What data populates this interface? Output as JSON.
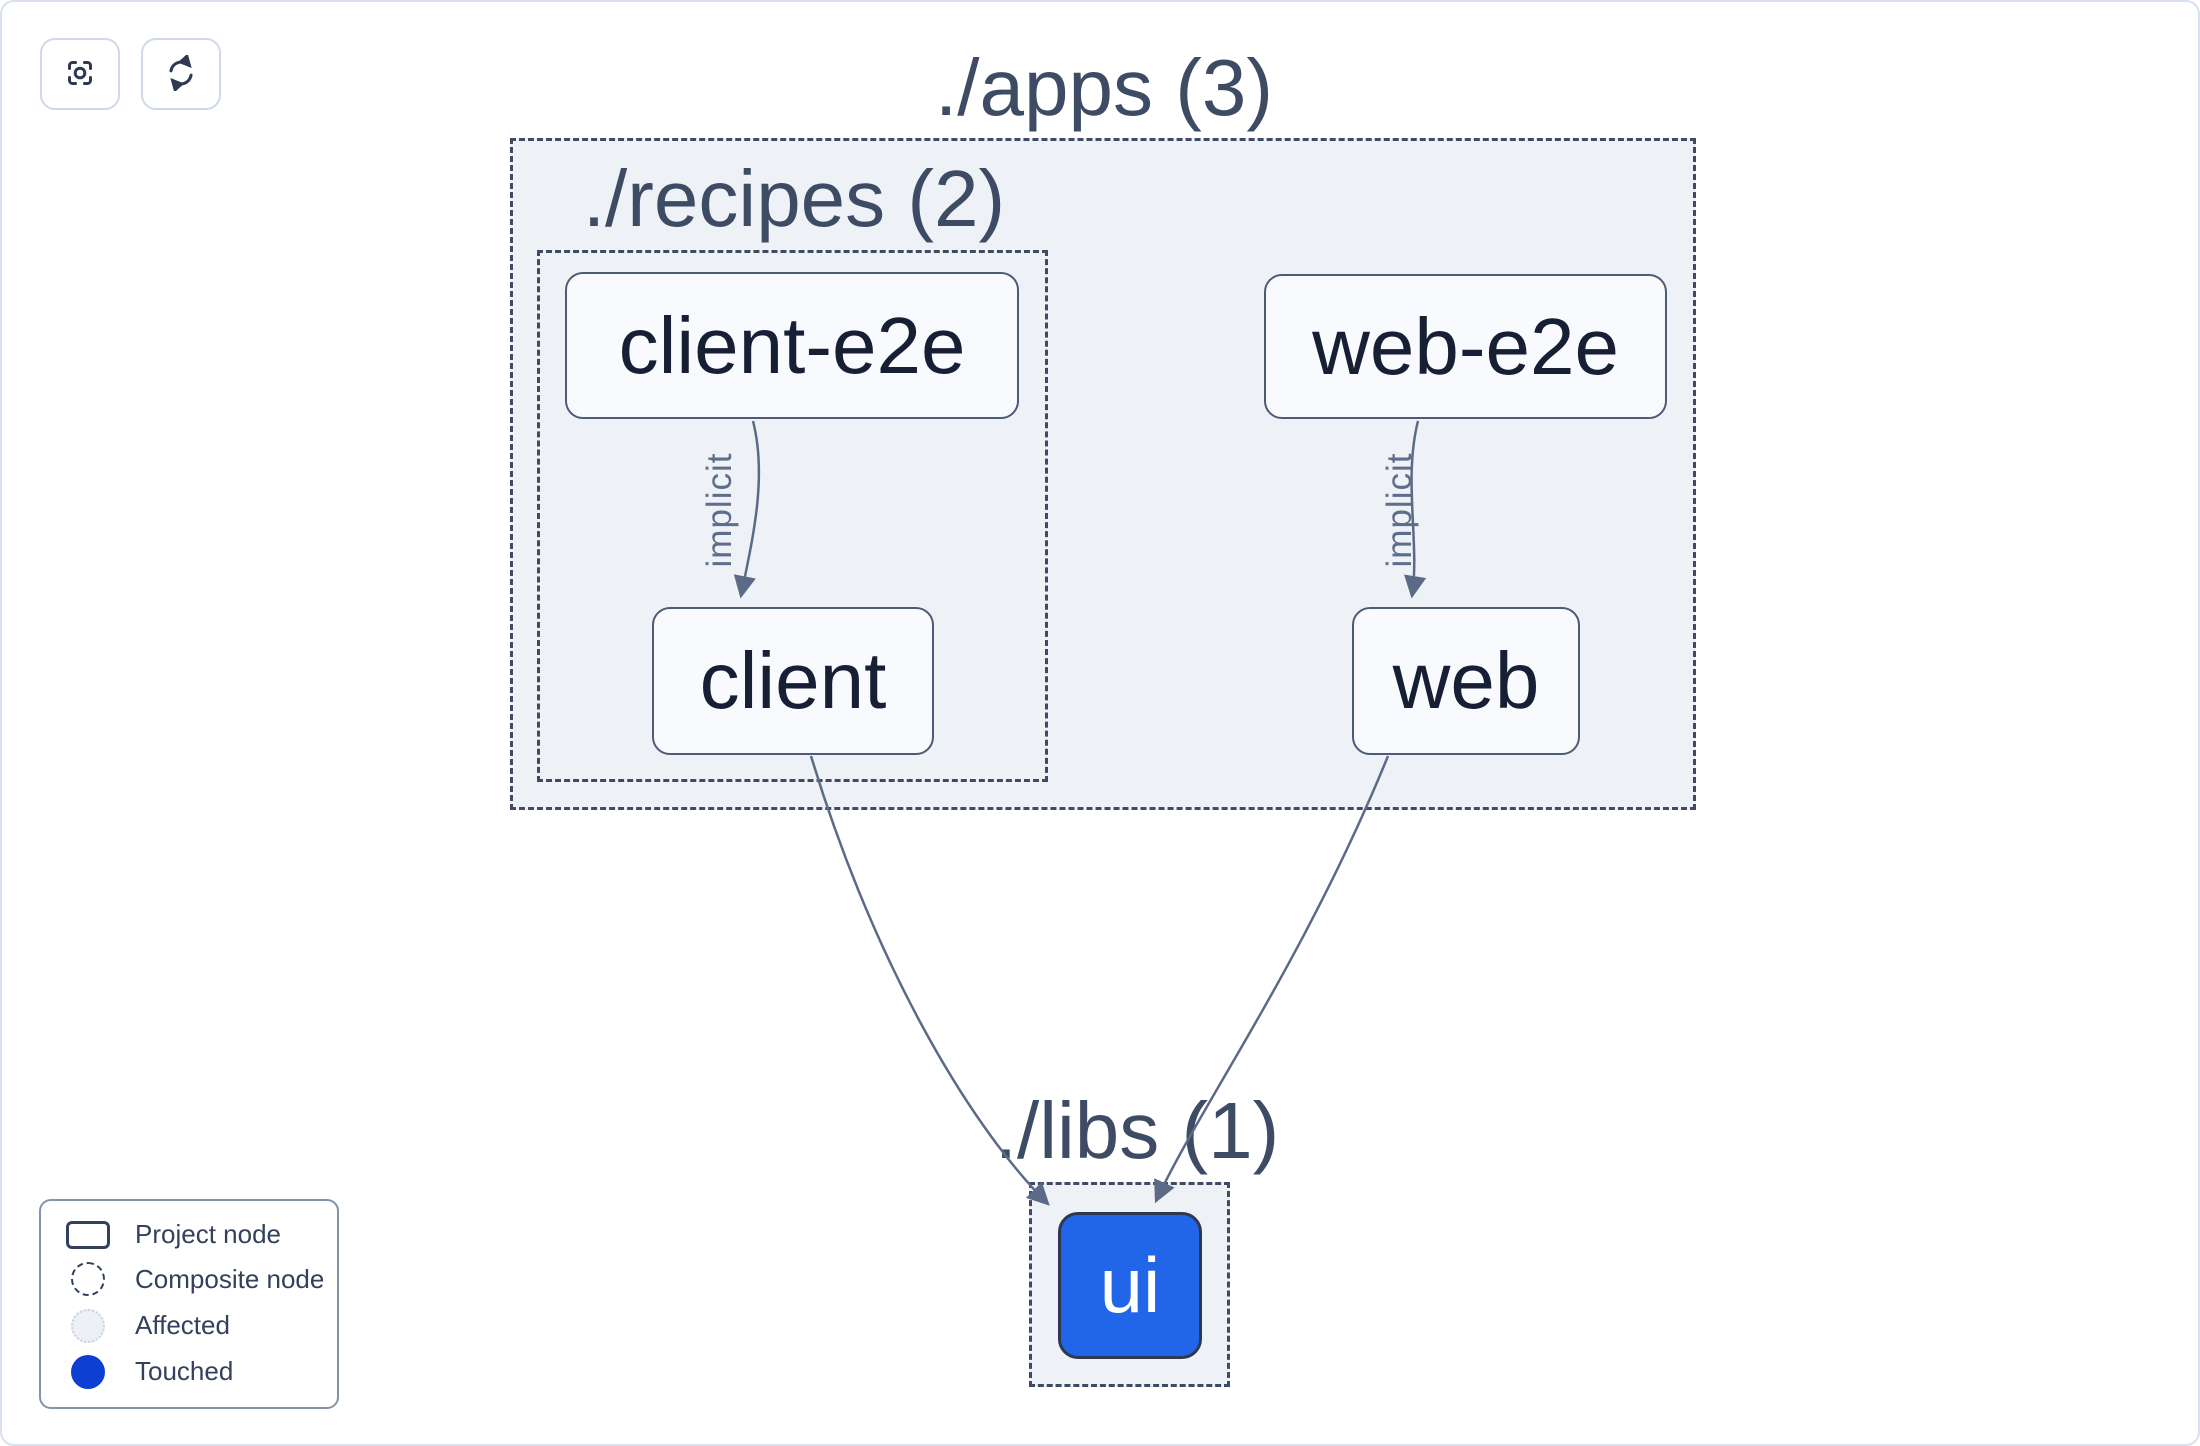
{
  "toolbar": {
    "buttons": [
      {
        "icon": "center-focus-icon"
      },
      {
        "icon": "refresh-icon"
      }
    ]
  },
  "graph": {
    "groups": [
      {
        "id": "apps",
        "label": "./apps (3)",
        "count": 3
      },
      {
        "id": "recipes",
        "label": "./recipes (2)",
        "count": 2,
        "parent": "apps"
      },
      {
        "id": "libs",
        "label": "./libs (1)",
        "count": 1
      }
    ],
    "nodes": [
      {
        "id": "client-e2e",
        "label": "client-e2e",
        "group": "recipes",
        "state": "default"
      },
      {
        "id": "web-e2e",
        "label": "web-e2e",
        "group": "apps",
        "state": "default"
      },
      {
        "id": "client",
        "label": "client",
        "group": "recipes",
        "state": "default"
      },
      {
        "id": "web",
        "label": "web",
        "group": "apps",
        "state": "default"
      },
      {
        "id": "ui",
        "label": "ui",
        "group": "libs",
        "state": "touched"
      }
    ],
    "edges": [
      {
        "source": "client-e2e",
        "target": "client",
        "label": "implicit"
      },
      {
        "source": "web-e2e",
        "target": "web",
        "label": "implicit"
      },
      {
        "source": "client",
        "target": "ui",
        "label": ""
      },
      {
        "source": "web",
        "target": "ui",
        "label": ""
      }
    ]
  },
  "legend": {
    "items": [
      {
        "swatch": "project-node",
        "label": "Project node"
      },
      {
        "swatch": "composite-node",
        "label": "Composite node"
      },
      {
        "swatch": "affected",
        "label": "Affected"
      },
      {
        "swatch": "touched",
        "label": "Touched"
      }
    ]
  },
  "colors": {
    "touched_legend_blue": "#0e3ed2",
    "touched_node_fill": "#2166e8",
    "container_fill": "#eef1f6",
    "dashed_border": "#3f4b63",
    "node_border": "#4d5b76",
    "edge": "#5b6b87",
    "text_dark": "#33415c"
  }
}
